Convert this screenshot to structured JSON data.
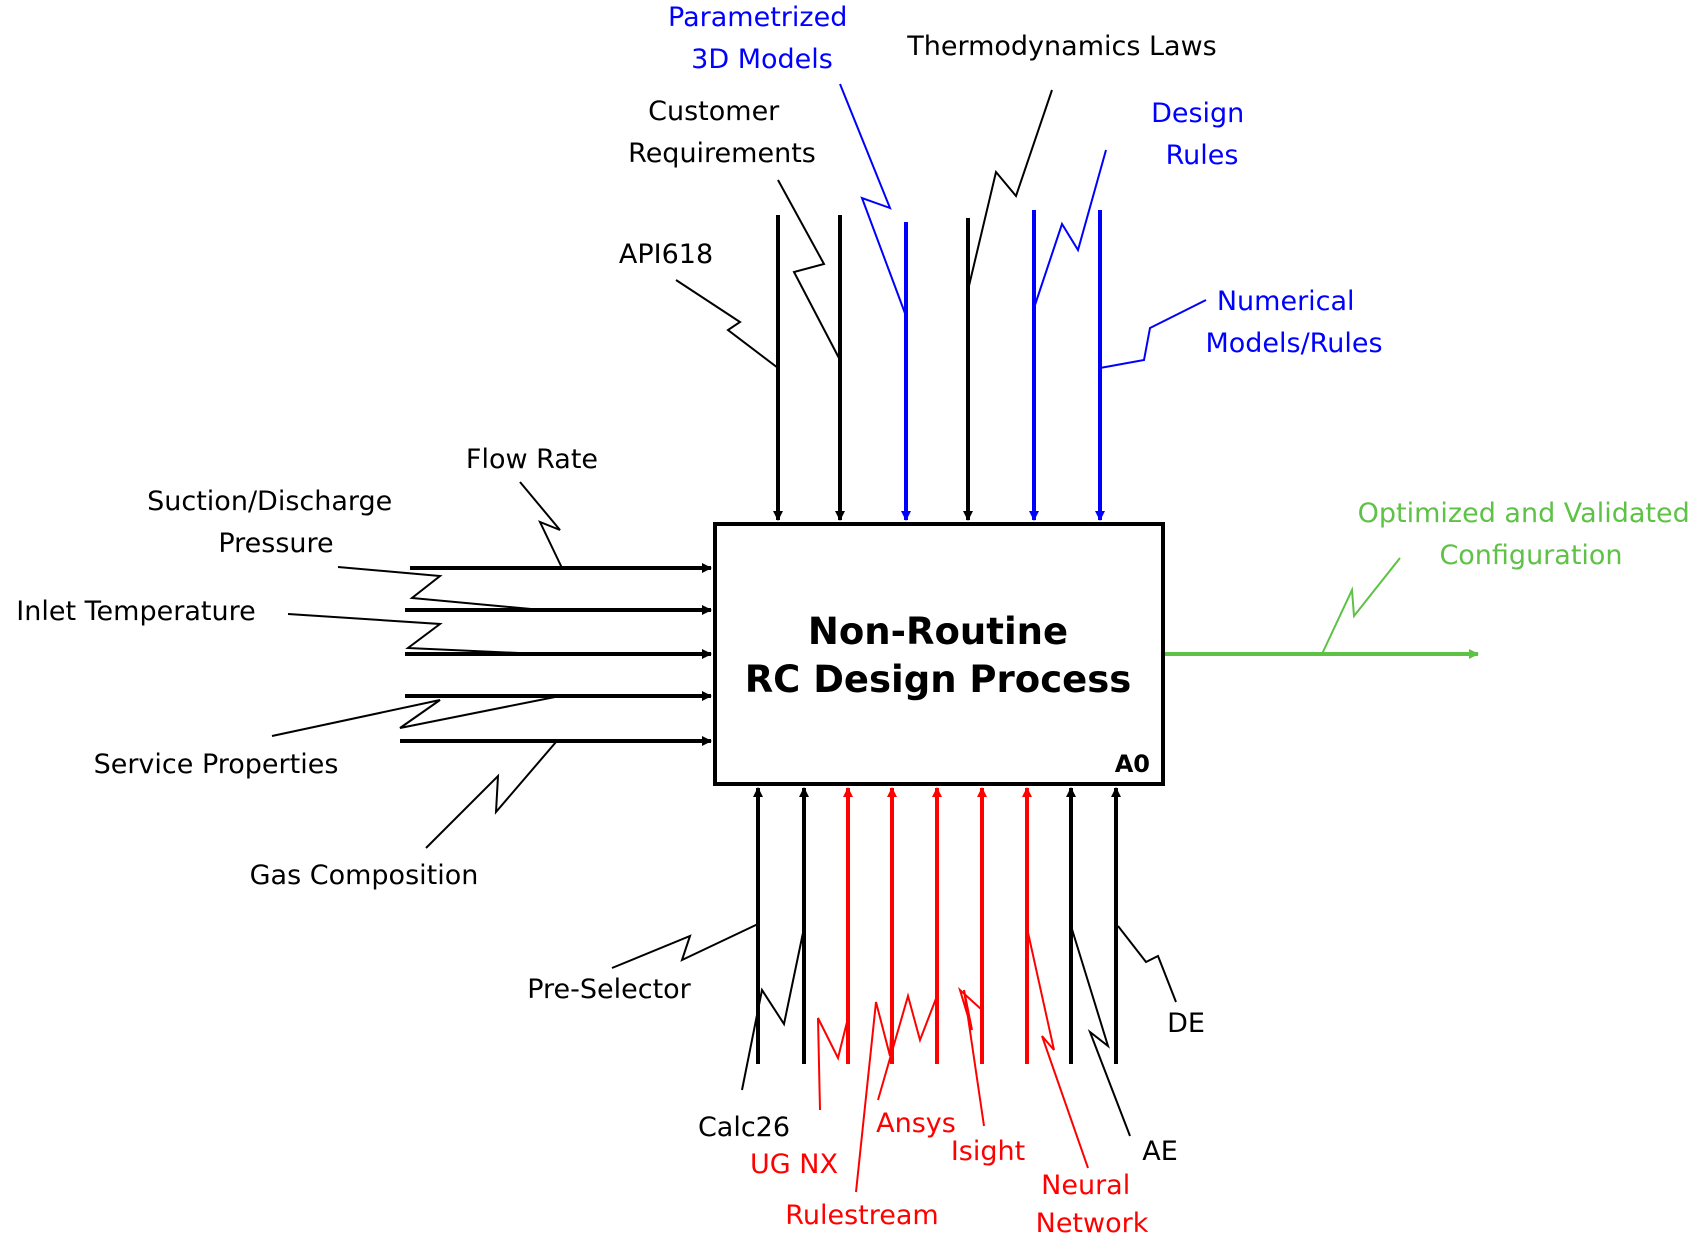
{
  "colors": {
    "black": "#000000",
    "blue": "#0000ff",
    "red": "#ff0000",
    "green": "#5dc245"
  },
  "process": {
    "title_line1": "Non-Routine",
    "title_line2": "RC Design Process",
    "node_id": "A0"
  },
  "controls": {
    "parametrized_3d_models": [
      "Parametrized",
      "3D Models"
    ],
    "thermodynamics_laws": "Thermodynamics Laws",
    "customer_requirements": [
      "Customer",
      "Requirements"
    ],
    "design_rules": [
      "Design",
      "Rules"
    ],
    "api618": "API618",
    "numerical_models_rules": [
      "Numerical",
      "Models/Rules"
    ]
  },
  "inputs": {
    "flow_rate": "Flow Rate",
    "suction_discharge_pressure": [
      "Suction/Discharge",
      "Pressure"
    ],
    "inlet_temperature": "Inlet Temperature",
    "service_properties": "Service Properties",
    "gas_composition": "Gas Composition"
  },
  "output": {
    "optimized_validated_configuration": [
      "Optimized and Validated",
      "Configuration"
    ]
  },
  "mechanisms": {
    "pre_selector": "Pre-Selector",
    "calc26": "Calc26",
    "ug_nx": "UG NX",
    "rulestream": "Rulestream",
    "ansys": "Ansys",
    "isight": "Isight",
    "neural_network": [
      "Neural",
      "Network"
    ],
    "de": "DE",
    "ae": "AE"
  }
}
